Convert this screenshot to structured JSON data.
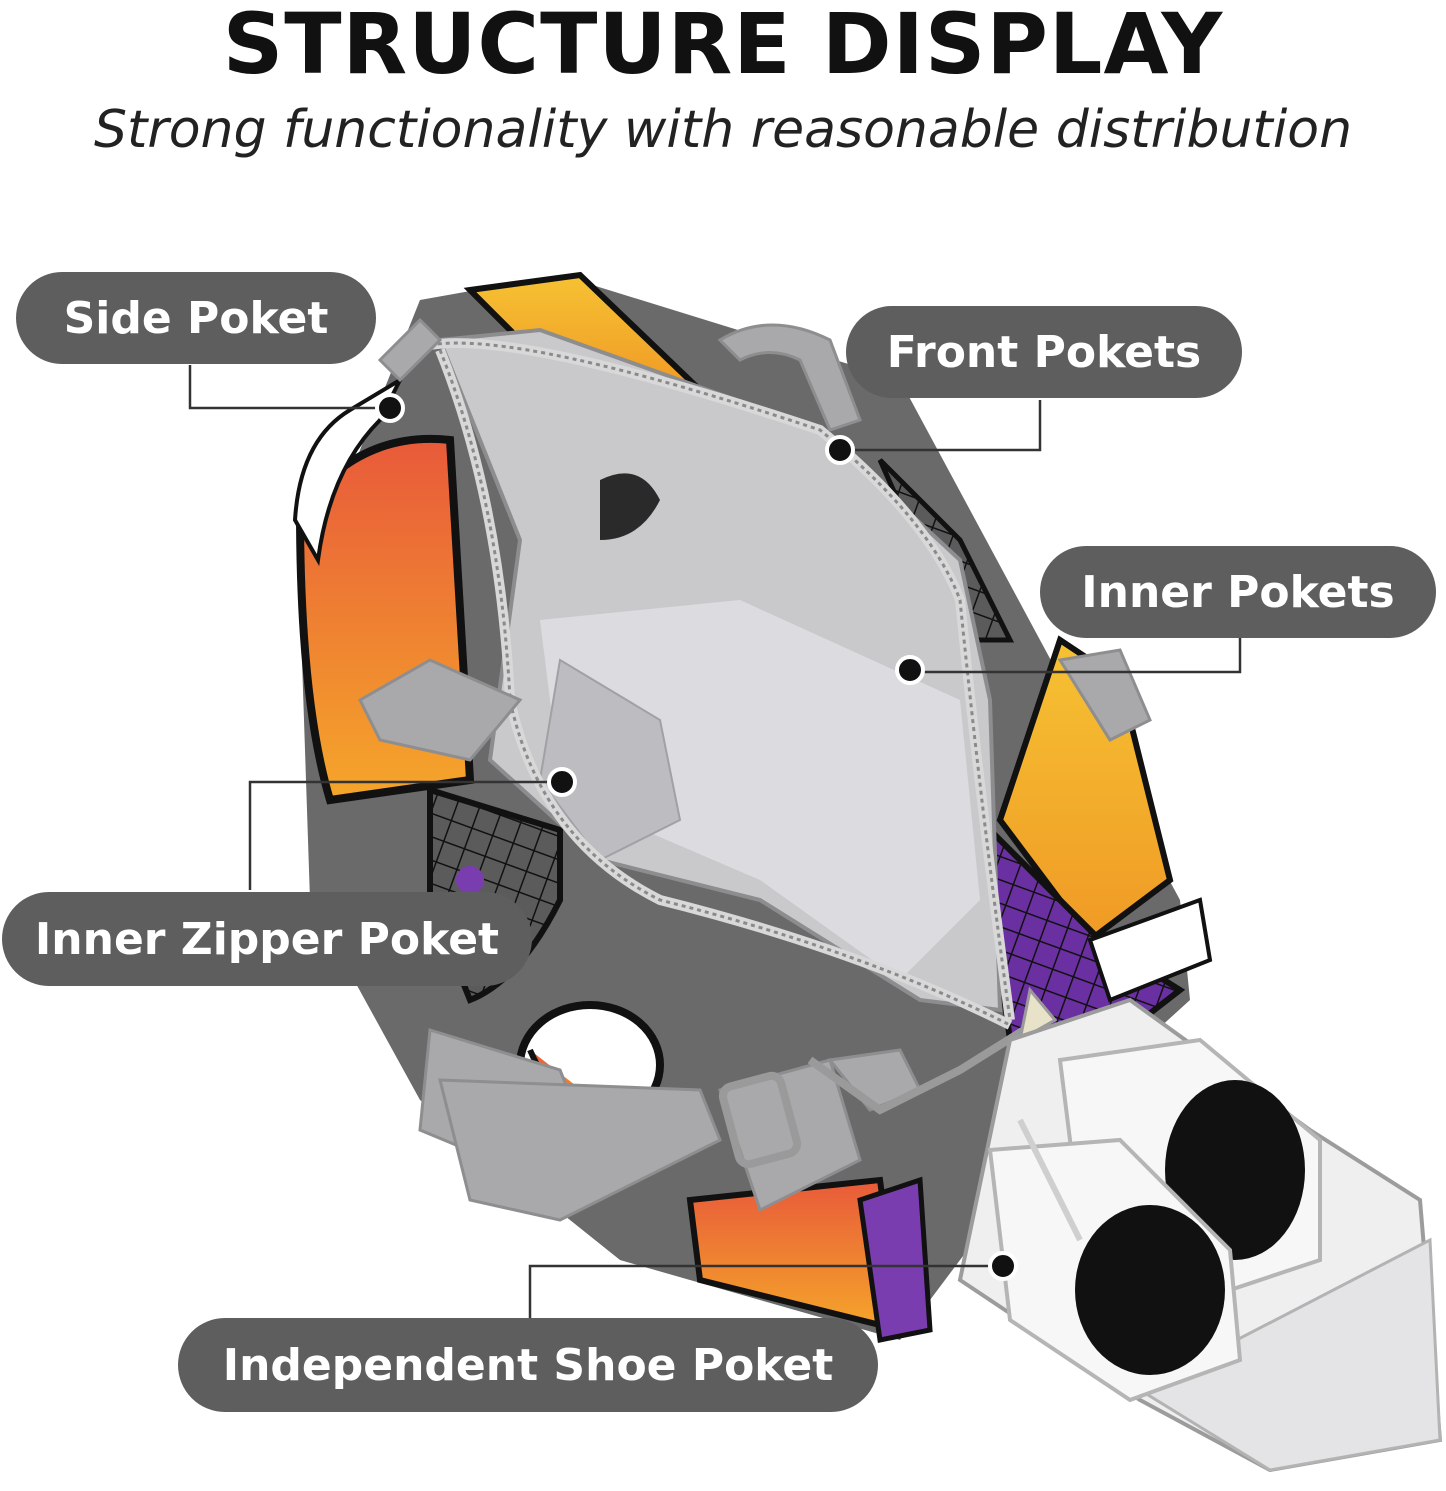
{
  "header": {
    "title": "STRUCTURE DISPLAY",
    "subtitle": "Strong functionality with reasonable distribution"
  },
  "callouts": [
    {
      "id": "side",
      "label": "Side Poket"
    },
    {
      "id": "front",
      "label": "Front Pokets"
    },
    {
      "id": "inner",
      "label": "Inner Pokets"
    },
    {
      "id": "inner-zipper",
      "label": "Inner Zipper Poket"
    },
    {
      "id": "shoe",
      "label": "Independent Shoe Poket"
    }
  ],
  "colors": {
    "pill": "#5e5e5e",
    "bag_body": "#6a6a6a",
    "lining": "#c9c9cc",
    "strap": "#a9a9ab",
    "glitter_orange": "#f08a2a",
    "glitter_yellow": "#f3bf2c",
    "glitter_purple": "#6a2fa0"
  }
}
